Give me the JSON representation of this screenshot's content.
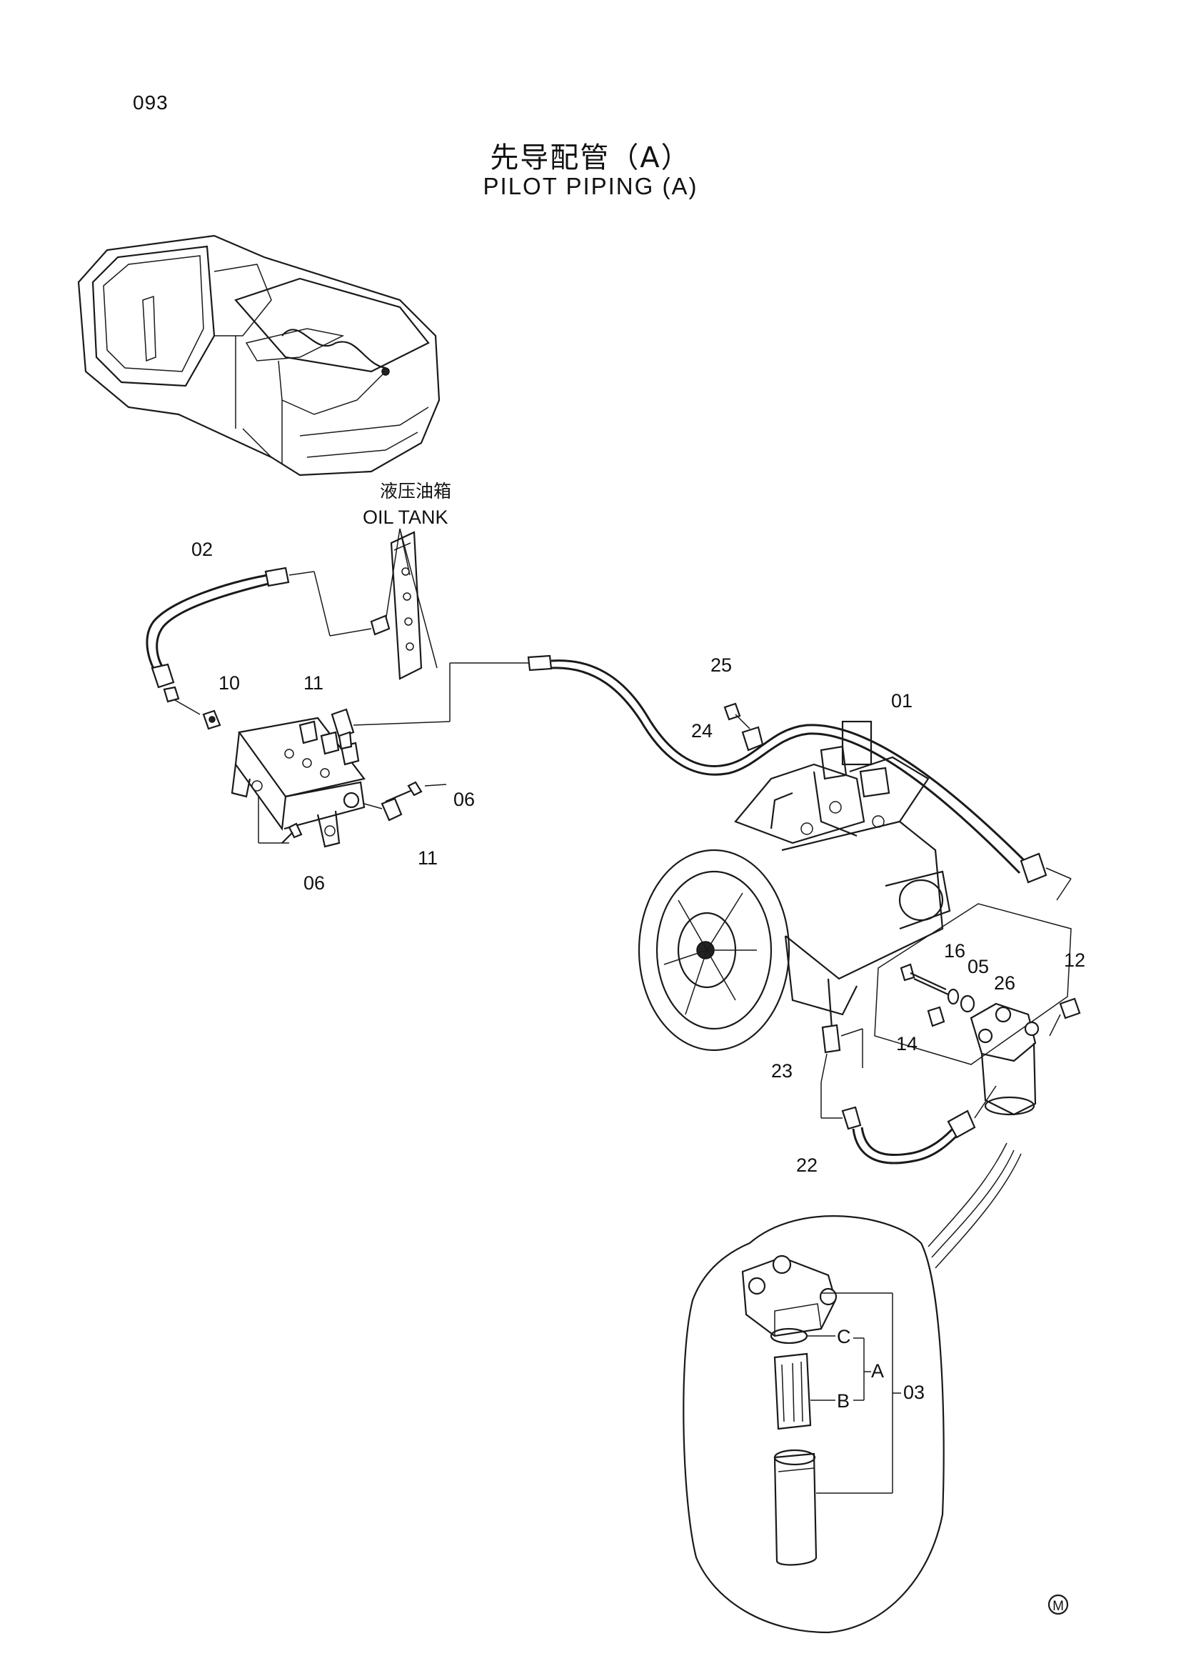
{
  "page": {
    "number": "093"
  },
  "title": {
    "chinese": "先导配管（A）",
    "english": "PILOT  PIPING  (A)"
  },
  "oil_tank": {
    "chinese": "液压油箱",
    "english": "OIL  TANK"
  },
  "callouts": {
    "p01": "01",
    "p02": "02",
    "p03": "03",
    "p05": "05",
    "p06a": "06",
    "p06b": "06",
    "p10": "10",
    "p11a": "11",
    "p11b": "11",
    "p12": "12",
    "p14": "14",
    "p16": "16",
    "p22": "22",
    "p23": "23",
    "p24": "24",
    "p25": "25",
    "p26": "26"
  },
  "detail_labels": {
    "a": "A",
    "b": "B",
    "c": "C"
  },
  "mark": "M"
}
